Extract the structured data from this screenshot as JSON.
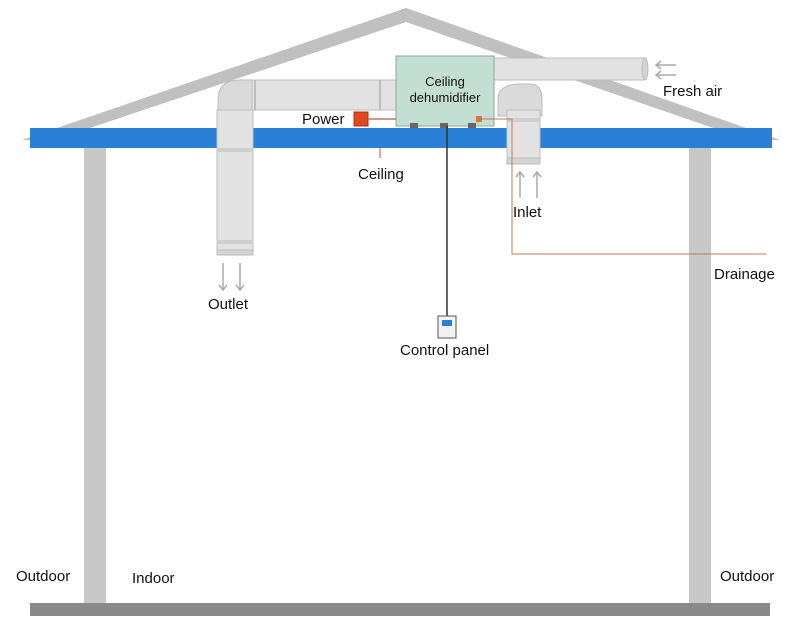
{
  "labels": {
    "unit": [
      "Ceiling",
      "dehumidifier"
    ],
    "fresh_air": "Fresh air",
    "power": "Power",
    "ceiling": "Ceiling",
    "inlet": "Inlet",
    "drainage": "Drainage",
    "outlet": "Outlet",
    "control_panel": "Control panel",
    "outdoor_left": "Outdoor",
    "indoor": "Indoor",
    "outdoor_right": "Outdoor"
  },
  "colors": {
    "ceiling": "#2a7fd6",
    "walls": "#c8c8c8",
    "roof": "#bdbdbd",
    "floor": "#8a8a8a",
    "duct": "#e2e2e2",
    "duct_edge": "#bdbdbd",
    "unit": "#c3ded2",
    "power": "#e0481f",
    "drain_line": "#c0795a",
    "control_wire": "#333333",
    "arrow": "#aaaaaa"
  }
}
